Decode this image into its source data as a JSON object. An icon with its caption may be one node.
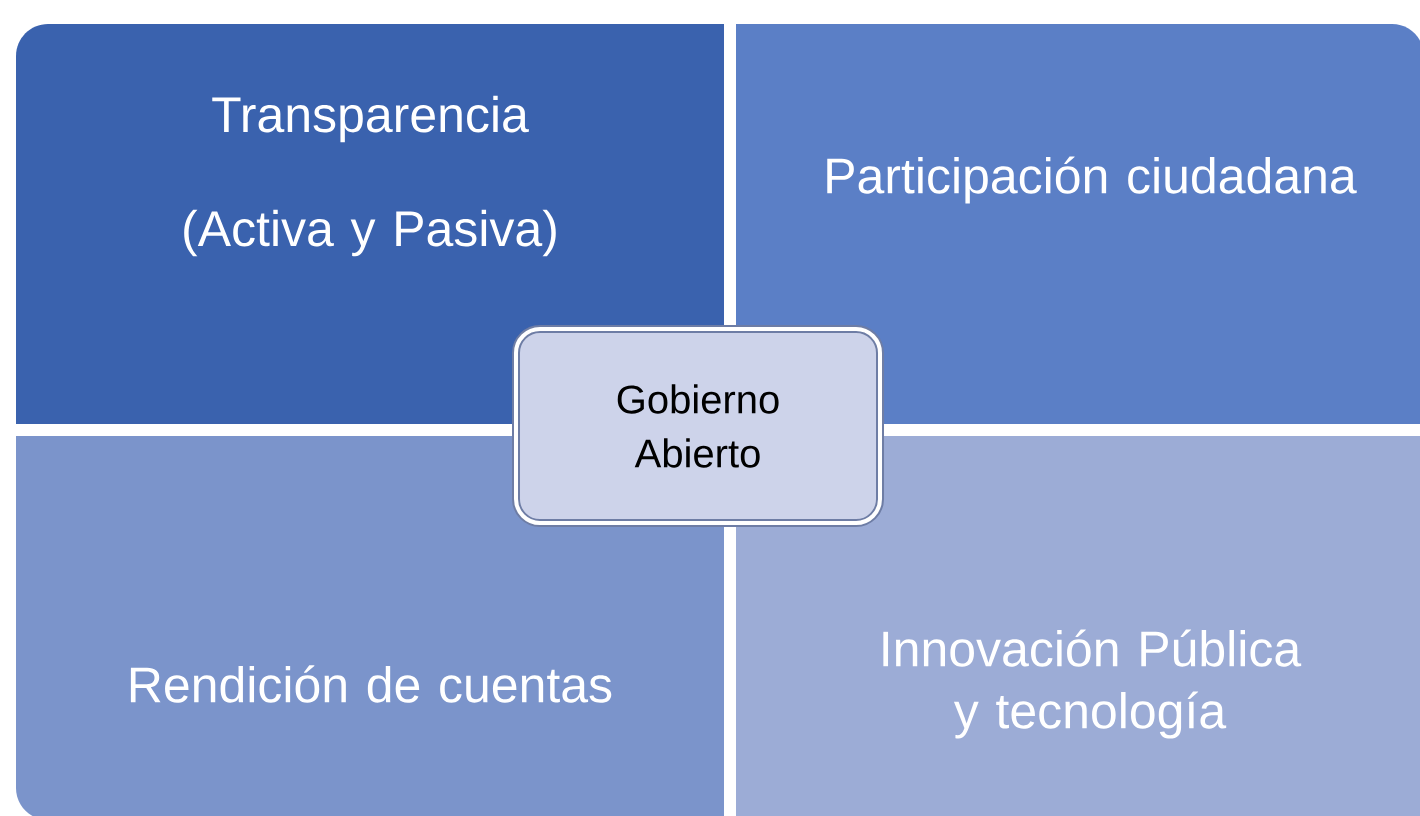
{
  "diagram": {
    "nodes": [
      {
        "text": [
          "Transparencia",
          "(Activa y Pasiva)"
        ]
      },
      {
        "text": [
          "Participación ciudadana"
        ]
      },
      {
        "text": [
          "Rendición de cuentas"
        ]
      },
      {
        "text": [
          "Innovación Pública y tecnología"
        ]
      },
      {
        "text": [
          "Gobierno Abierto"
        ]
      }
    ]
  }
}
